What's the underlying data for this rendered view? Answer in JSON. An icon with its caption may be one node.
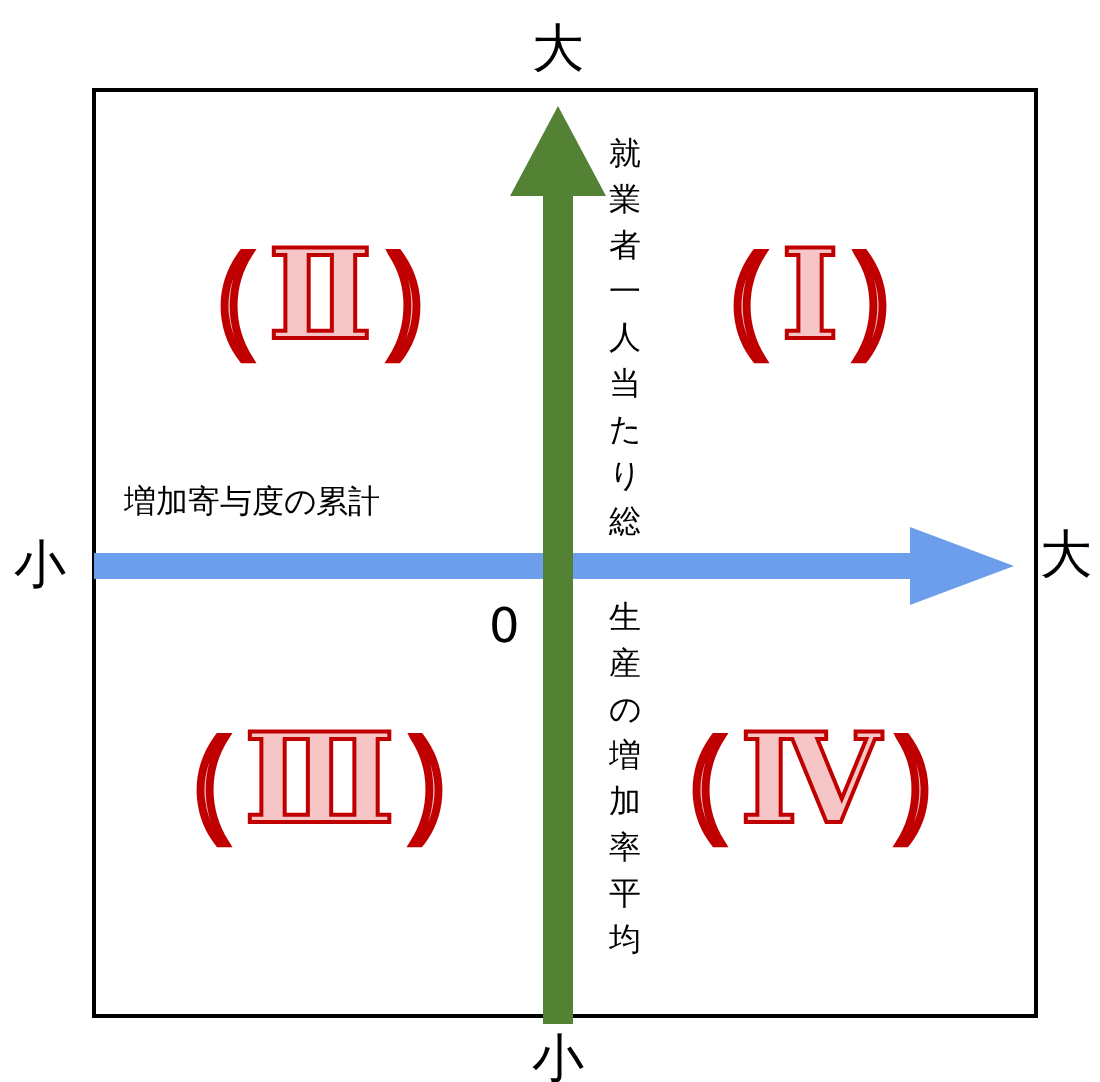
{
  "diagram": {
    "labels": [
      "大",
      "就業者一人当たり総",
      "（Ⅱ）",
      "（Ⅰ）",
      "増加寄与度の累計",
      "小",
      "大",
      "0",
      "生産の増加率平均",
      "（Ⅲ）",
      "（Ⅳ）",
      "小"
    ]
  }
}
